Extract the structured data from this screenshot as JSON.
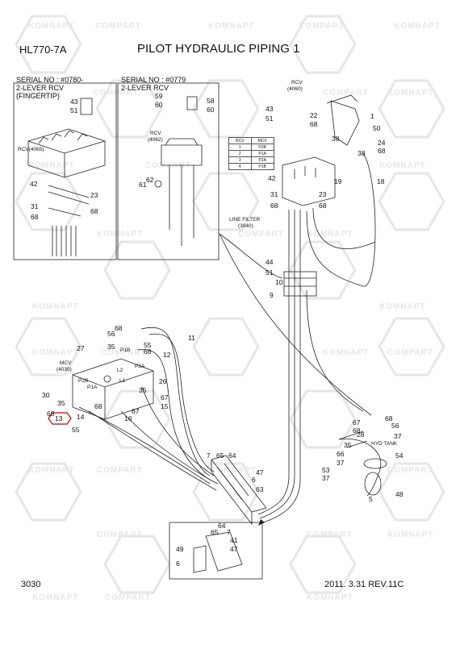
{
  "header": {
    "model": "HL770-7A",
    "title": "PILOT HYDRAULIC PIPING 1"
  },
  "inset_left": {
    "serial": "SERIAL NO : #0780-",
    "rcv_type_1": "2-LEVER RCV",
    "rcv_type_2": "(FINGERTIP)",
    "rcv_label": "RCV(4065)"
  },
  "inset_middle": {
    "serial": "SERIAL NO : #0779",
    "rcv_type": "2-LEVER RCV",
    "rcv_label_1": "RCV",
    "rcv_label_2": "(4062)"
  },
  "main_labels": {
    "rcv_1": "RCV",
    "rcv_2": "(4060)",
    "line_filter_1": "LINE FILTER",
    "line_filter_2": "(3040)",
    "mcv_1": "MCV",
    "mcv_2": "(4030)",
    "hyd_tank": "HYD TANK"
  },
  "rcv_table": {
    "headers": [
      "RCV",
      "MCV"
    ],
    "rows": [
      [
        "1",
        "P2B"
      ],
      [
        "2",
        "P1A"
      ],
      [
        "3",
        "P2A"
      ],
      [
        "4",
        "P1B"
      ]
    ]
  },
  "port_labels": [
    "P1B",
    "P2B",
    "P1A",
    "P2A",
    "L1",
    "L2"
  ],
  "footer": {
    "page_number": "3030",
    "revision": "2011. 3.31  REV.11C"
  },
  "watermarks": [
    "KOMNAPT",
    "COMPART"
  ],
  "colors": {
    "line": "#222222",
    "watermark": "#e4e4e4",
    "highlight": "#cc0000"
  }
}
